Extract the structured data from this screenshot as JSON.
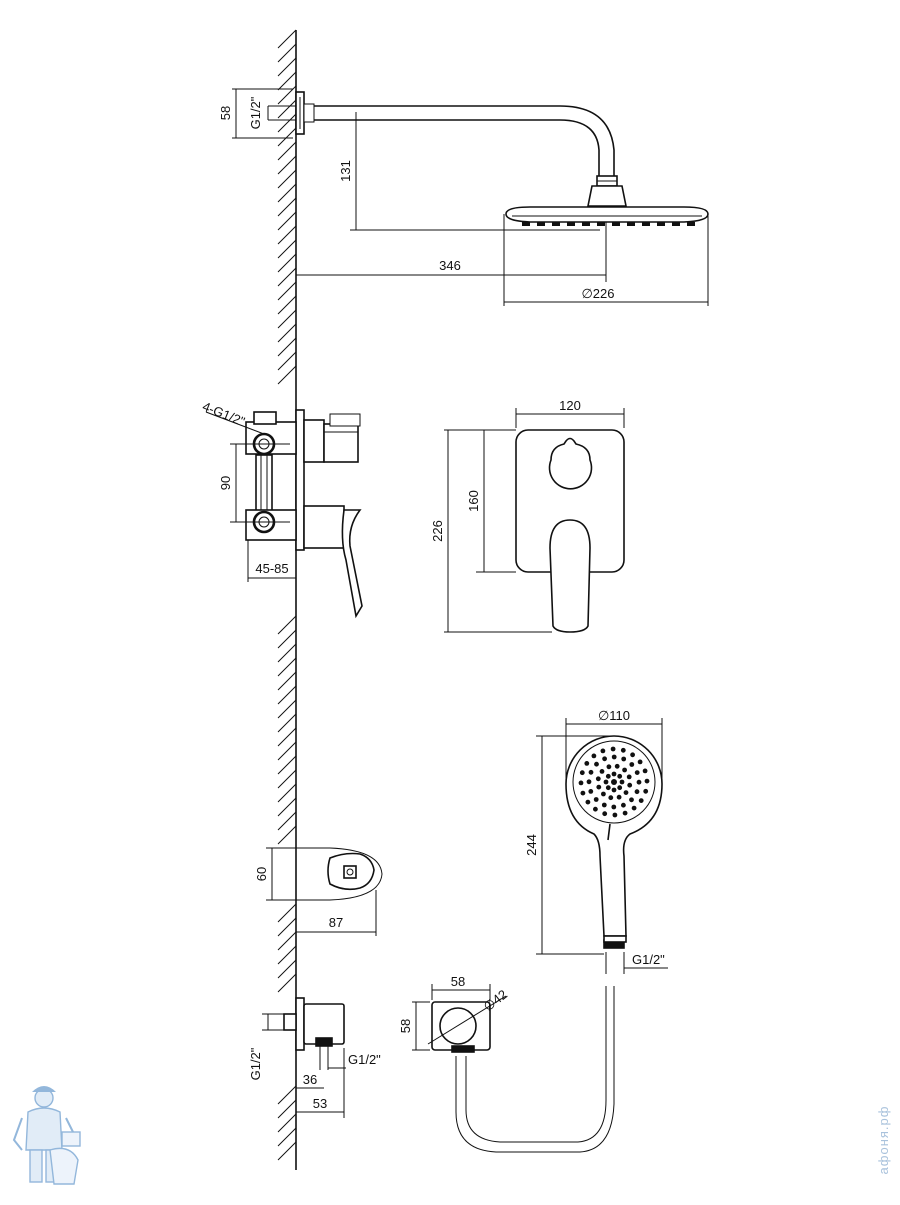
{
  "dimensions": {
    "head_inlet_height": "58",
    "head_inlet_thread": "G1/2\"",
    "head_drop": "131",
    "arm_projection": "346",
    "head_diameter": "∅226",
    "mixer_outlets": "4-G1/2\"",
    "mixer_outlet_spacing": "90",
    "mixer_depth": "45-85",
    "plate_width": "120",
    "plate_height_inner": "160",
    "plate_height_total": "226",
    "hand_shower_diameter": "∅110",
    "hand_shower_length": "244",
    "hand_shower_thread": "G1/2\"",
    "holder_height": "60",
    "holder_projection": "87",
    "outlet_size": "58",
    "outlet_height": "58",
    "outlet_diameter": "∅42",
    "outlet_thread_left": "G1/2\"",
    "outlet_thread_right": "G1/2\"",
    "outlet_depth_inner": "36",
    "outlet_depth_outer": "53"
  },
  "watermark": "афоня.рф",
  "colors": {
    "line": "#111111",
    "watermark": "#a9c2dc",
    "logo": "#6f9fd0"
  }
}
